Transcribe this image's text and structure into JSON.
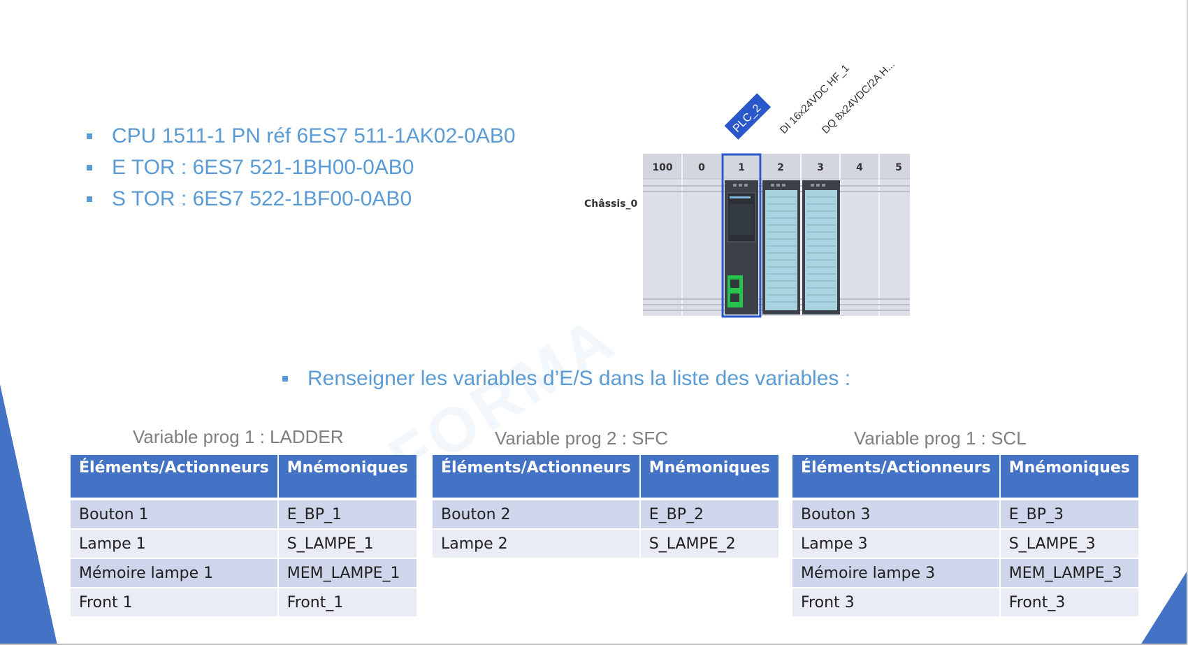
{
  "bullets": [
    "CPU 1511-1 PN réf 6ES7 511-1AK02-0AB0",
    "E TOR : 6ES7 521-1BH00-0AB0",
    "S TOR : 6ES7 522-1BF00-0AB0"
  ],
  "hardware": {
    "module_labels": [
      "PLC_2",
      "DI 16x24VDC HF_1",
      "DQ 8x24VDC/2A H..."
    ],
    "slot_numbers": [
      "100",
      "0",
      "1",
      "2",
      "3",
      "4",
      "5"
    ],
    "rack_label": "Châssis_0"
  },
  "instruction": "Renseigner les variables d’E/S dans la liste des variables :",
  "tables": [
    {
      "caption": "Variable prog 1 : LADDER",
      "headers": [
        "Éléments/Actionneurs",
        "Mnémoniques"
      ],
      "rows": [
        [
          "Bouton 1",
          "E_BP_1"
        ],
        [
          "Lampe 1",
          "S_LAMPE_1"
        ],
        [
          "Mémoire lampe 1",
          "MEM_LAMPE_1"
        ],
        [
          "Front 1",
          "Front_1"
        ]
      ]
    },
    {
      "caption": "Variable prog 2 : SFC",
      "headers": [
        "Éléments/Actionneurs",
        "Mnémoniques"
      ],
      "rows": [
        [
          "Bouton 2",
          "E_BP_2"
        ],
        [
          "Lampe 2",
          "S_LAMPE_2"
        ]
      ]
    },
    {
      "caption": "Variable prog 1 : SCL",
      "headers": [
        "Éléments/Actionneurs",
        "Mnémoniques"
      ],
      "rows": [
        [
          "Bouton 3",
          "E_BP_3"
        ],
        [
          "Lampe 3",
          "S_LAMPE_3"
        ],
        [
          "Mémoire lampe 3",
          "MEM_LAMPE_3"
        ],
        [
          "Front 3",
          "Front_3"
        ]
      ]
    }
  ],
  "colors": {
    "accent": "#5b9bd5",
    "table_header": "#4472c4",
    "row_odd": "#cfd5ea",
    "row_even": "#e9ebf5"
  }
}
